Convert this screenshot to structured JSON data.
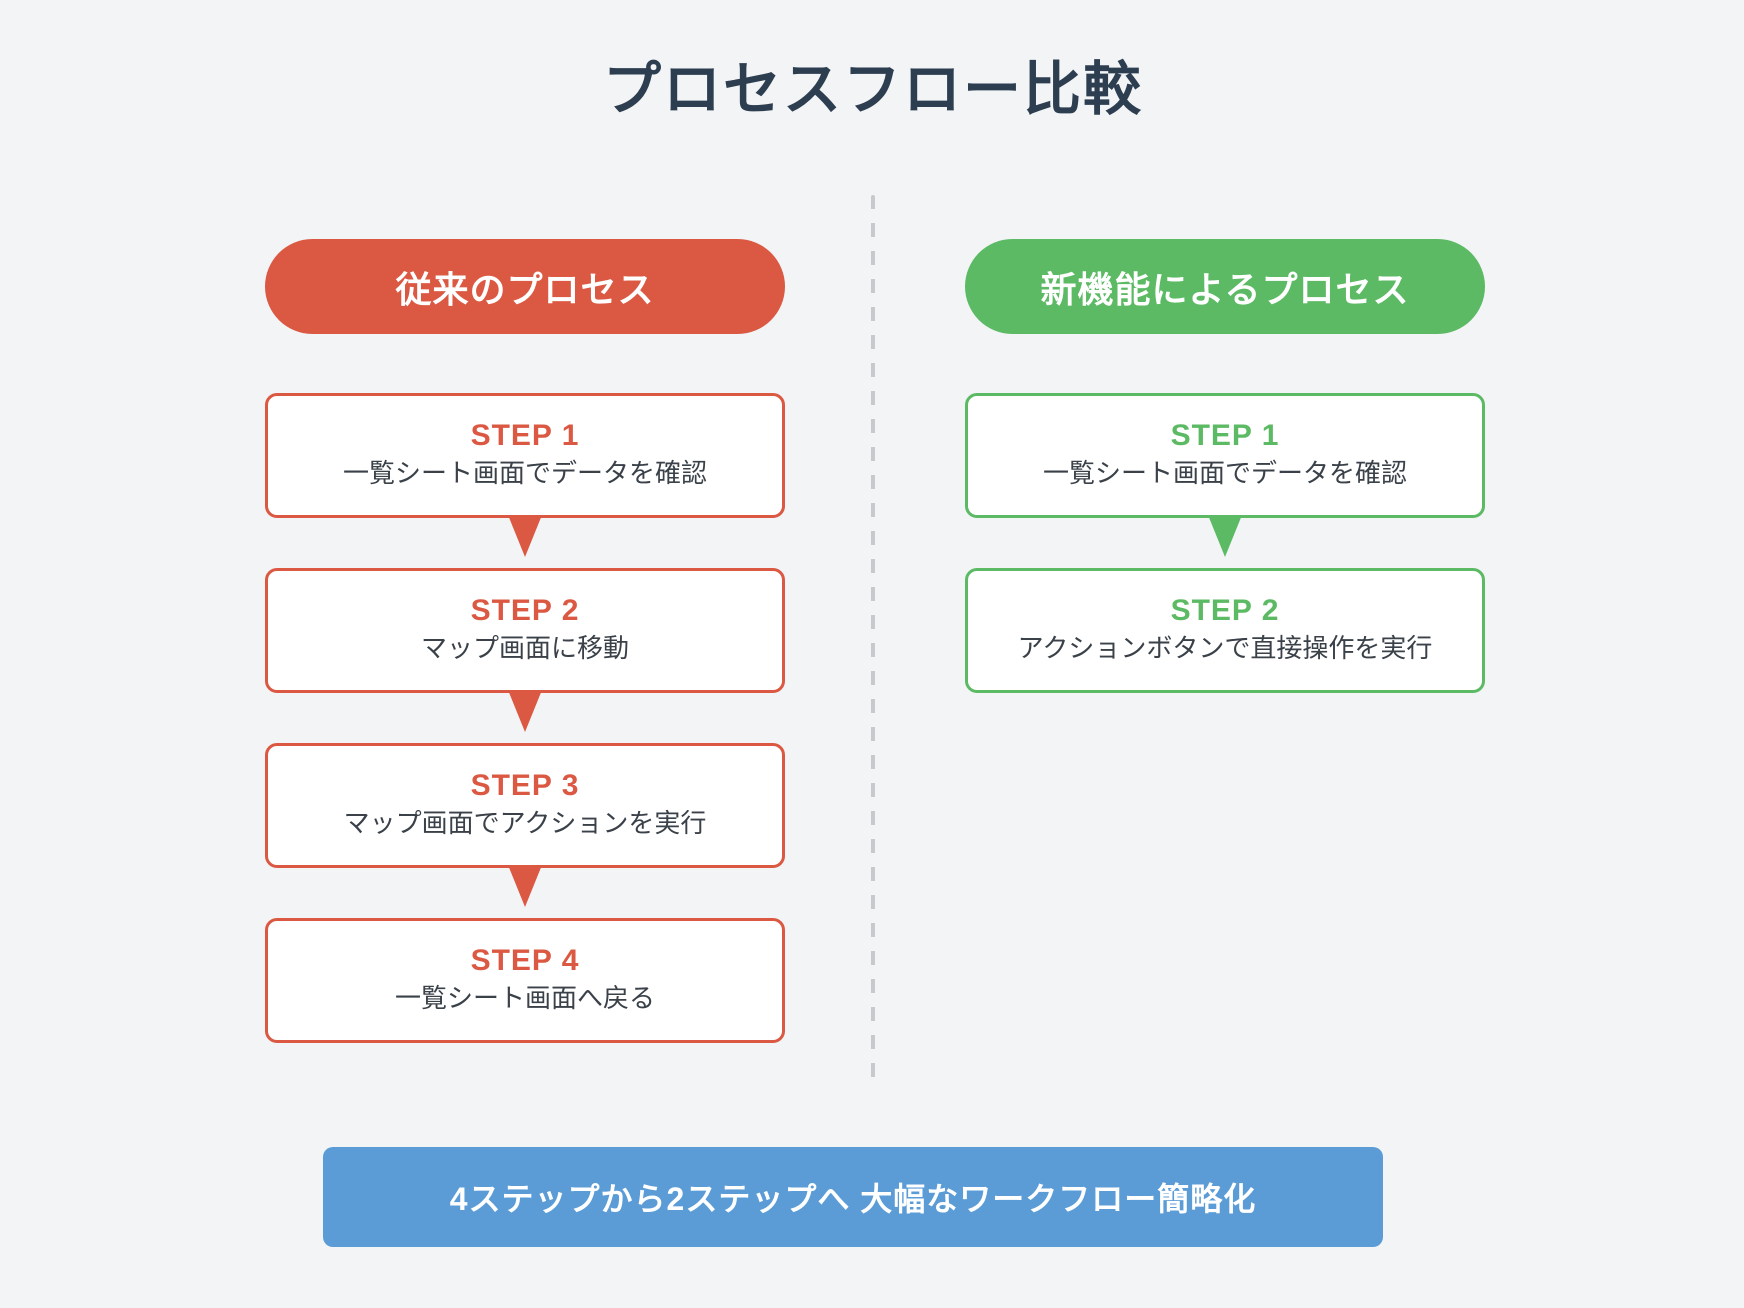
{
  "page": {
    "title": "プロセスフロー比較",
    "background_color": "#F3F4F6",
    "title_color": "#2D3E50",
    "divider_color": "#C7CACD"
  },
  "columns": [
    {
      "header": "従来のプロセス",
      "accent_color": "#DB5842",
      "steps": [
        {
          "label": "STEP 1",
          "text": "一覧シート画面でデータを確認"
        },
        {
          "label": "STEP 2",
          "text": "マップ画面に移動"
        },
        {
          "label": "STEP 3",
          "text": "マップ画面でアクションを実行"
        },
        {
          "label": "STEP 4",
          "text": "一覧シート画面へ戻る"
        }
      ]
    },
    {
      "header": "新機能によるプロセス",
      "accent_color": "#5BBA63",
      "steps": [
        {
          "label": "STEP 1",
          "text": "一覧シート画面でデータを確認"
        },
        {
          "label": "STEP 2",
          "text": "アクションボタンで直接操作を実行"
        }
      ]
    }
  ],
  "footer": {
    "text": "4ステップから2ステップへ 大幅なワークフロー簡略化",
    "background_color": "#5B9CD6"
  }
}
